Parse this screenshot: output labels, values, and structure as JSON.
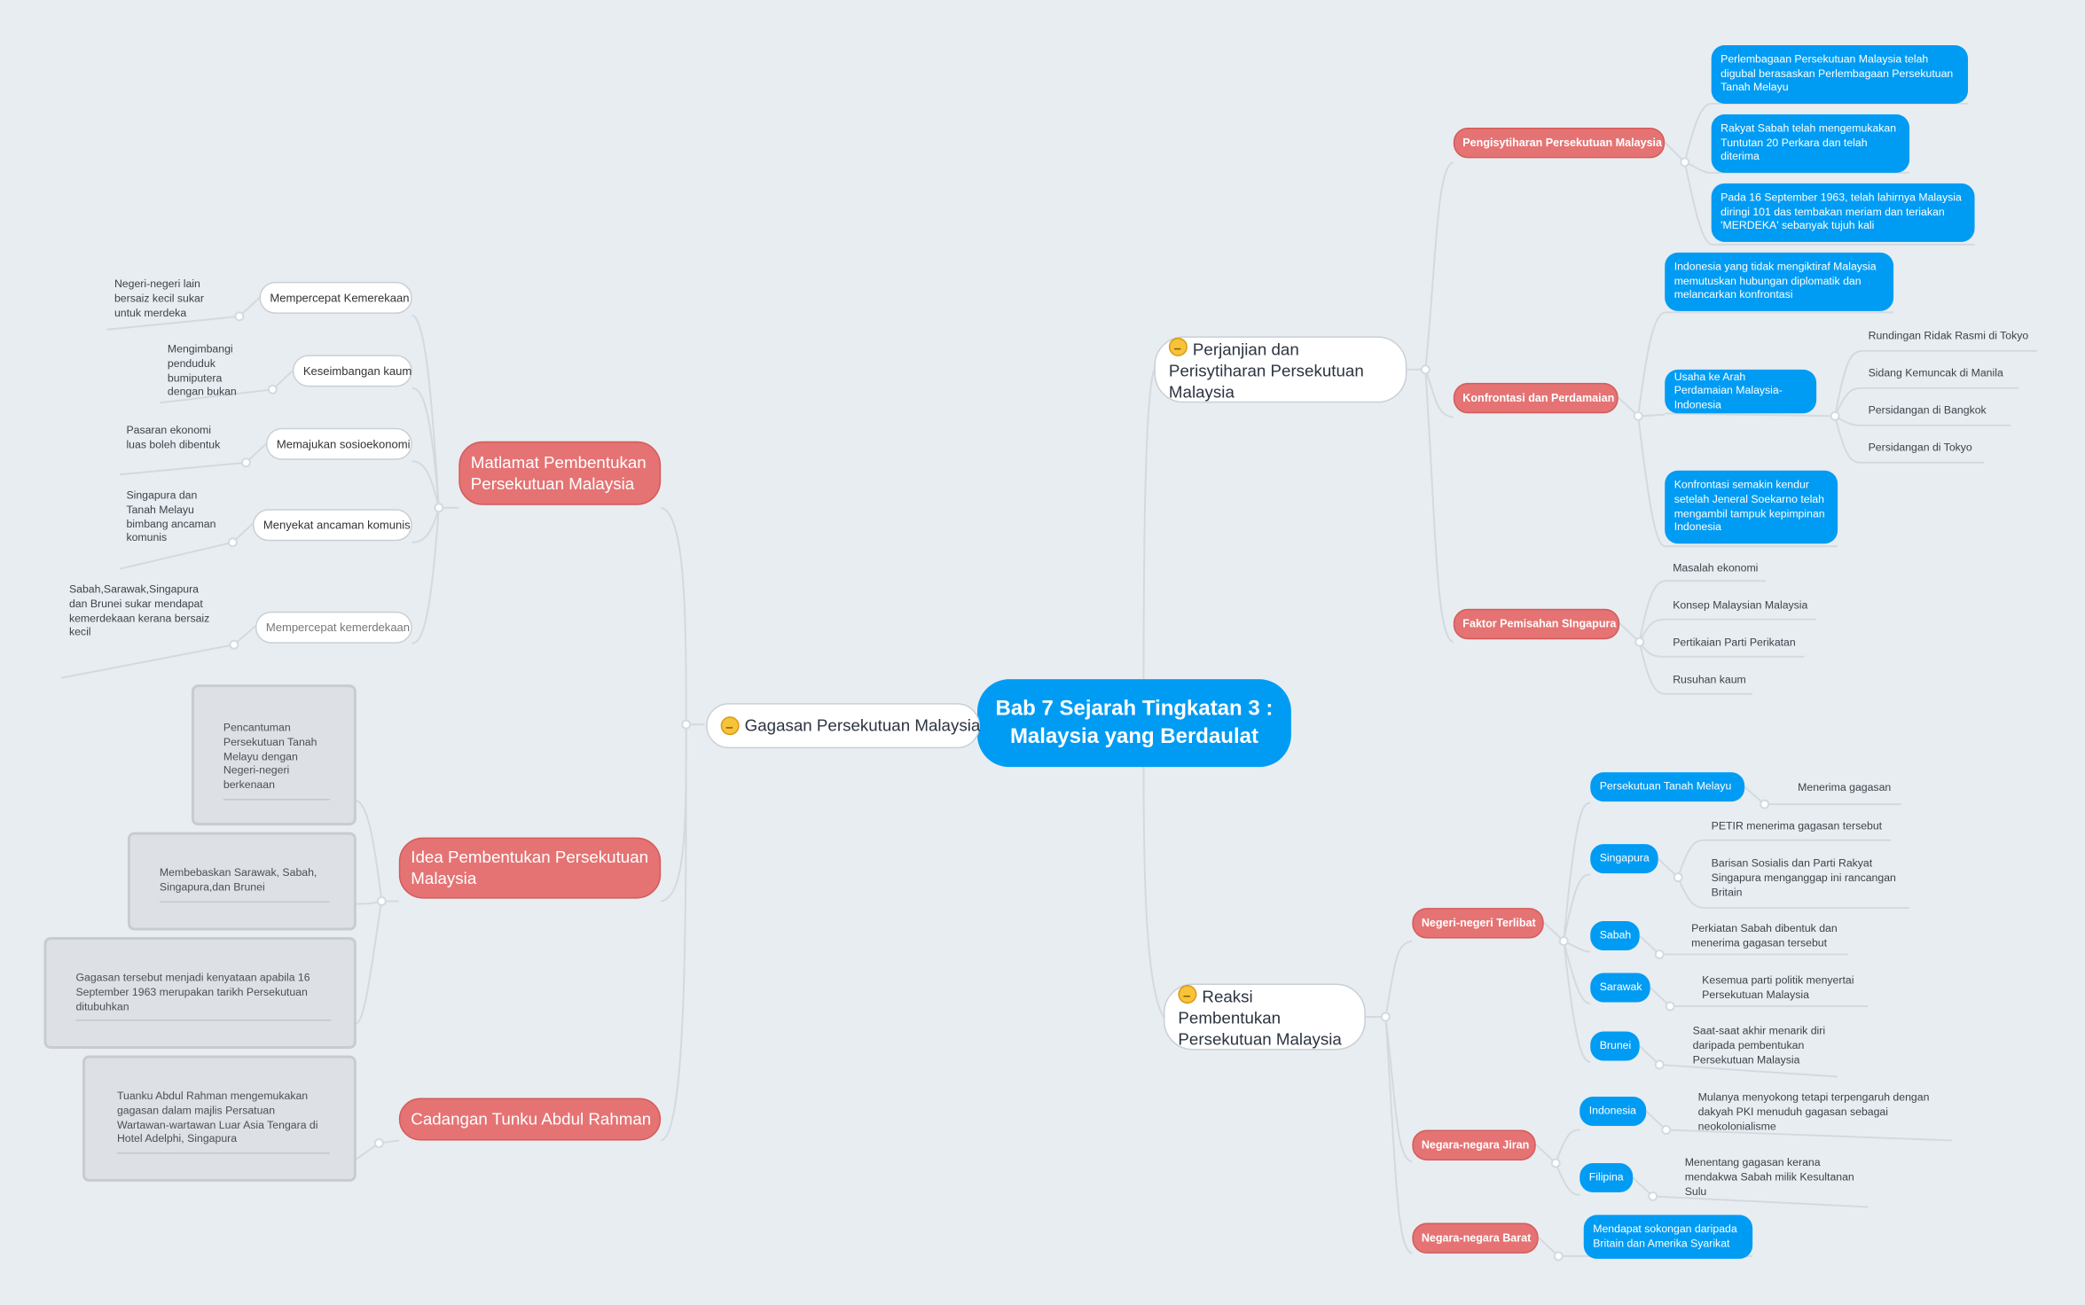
{
  "root": "Bab 7 Sejarah Tingkatan 3 : Malaysia yang Berdaulat",
  "gagasan": {
    "title": "Gagasan Persekutuan Malaysia",
    "matlamat": {
      "title": "Matlamat Pembentukan Persekutuan Malaysia",
      "items": [
        {
          "label": "Mempercepat Kemerekaan",
          "note": "Negeri-negeri lain bersaiz kecil sukar untuk merdeka"
        },
        {
          "label": "Keseimbangan kaum",
          "note": "Mengimbangi penduduk bumiputera dengan bukan"
        },
        {
          "label": "Memajukan sosioekonomi",
          "note": "Pasaran ekonomi luas boleh dibentuk"
        },
        {
          "label": "Menyekat ancaman komunis",
          "note": "Singapura dan Tanah Melayu bimbang ancaman komunis"
        },
        {
          "label": "Mempercepat kemerdekaan",
          "note": "Sabah,Sarawak,Singapura dan Brunei sukar mendapat kemerdekaan kerana bersaiz kecil"
        }
      ]
    },
    "idea": {
      "title": "Idea Pembentukan Persekutuan Malaysia",
      "items": [
        "Pencantuman Persekutuan Tanah Melayu dengan Negeri-negeri berkenaan",
        "Membebaskan Sarawak, Sabah, Singapura,dan Brunei",
        "Gagasan tersebut menjadi kenyataan apabila 16 September 1963 merupakan tarikh Persekutuan ditubuhkan"
      ]
    },
    "cadangan": {
      "title": "Cadangan Tunku Abdul Rahman",
      "items": [
        "Tuanku Abdul Rahman mengemukakan gagasan dalam majlis Persatuan Wartawan-wartawan Luar  Asia Tengara di Hotel Adelphi, Singapura"
      ]
    }
  },
  "perjanjian": {
    "title": "Perjanjian dan Perisytiharan Persekutuan Malaysia",
    "pengisytiharan": {
      "title": "Pengisytiharan Persekutuan Malaysia",
      "items": [
        "Perlembagaan Persekutuan Malaysia telah digubal berasaskan Perlembagaan Persekutuan Tanah Melayu",
        "Rakyat Sabah telah mengemukakan Tuntutan 20 Perkara dan telah diterima",
        "Pada 16 September 1963, telah lahirnya Malaysia diringi 101 das tembakan meriam dan teriakan 'MERDEKA' sebanyak tujuh kali"
      ]
    },
    "konfrontasi": {
      "title": "Konfrontasi dan Perdamaian",
      "items": [
        "Indonesia yang tidak mengiktiraf Malaysia memutuskan hubungan diplomatik dan melancarkan konfrontasi",
        "Usaha ke Arah Perdamaian Malaysia-Indonesia",
        "Konfrontasi semakin kendur setelah Jeneral Soekarno telah mengambil tampuk kepimpinan Indonesia"
      ],
      "usaha": [
        "Rundingan Ridak Rasmi di Tokyo",
        "Sidang Kemuncak di Manila",
        "Persidangan di Bangkok",
        "Persidangan di Tokyo"
      ]
    },
    "faktor": {
      "title": "Faktor Pemisahan SIngapura",
      "items": [
        "Masalah ekonomi",
        "Konsep Malaysian Malaysia",
        "Pertikaian Parti Perikatan",
        "Rusuhan kaum"
      ]
    }
  },
  "reaksi": {
    "title": "Reaksi Pembentukan Persekutuan Malaysia",
    "negeri": {
      "title": "Negeri-negeri Terlibat",
      "items": [
        {
          "label": "Persekutuan Tanah Melayu",
          "notes": [
            "Menerima gagasan"
          ]
        },
        {
          "label": "Singapura",
          "notes": [
            "PETIR menerima gagasan tersebut",
            "Barisan Sosialis dan Parti Rakyat Singapura menganggap ini rancangan Britain"
          ]
        },
        {
          "label": "Sabah",
          "notes": [
            "Perkiatan Sabah dibentuk dan menerima gagasan tersebut"
          ]
        },
        {
          "label": "Sarawak",
          "notes": [
            "Kesemua parti politik menyertai Persekutuan Malaysia"
          ]
        },
        {
          "label": "Brunei",
          "notes": [
            "Saat-saat akhir menarik diri daripada pembentukan Persekutuan Malaysia"
          ]
        }
      ]
    },
    "jiran": {
      "title": "Negara-negara Jiran",
      "items": [
        {
          "label": "Indonesia",
          "note": "Mulanya menyokong tetapi terpengaruh dengan dakyah PKI menuduh gagasan sebagai neokolonialisme"
        },
        {
          "label": "Filipina",
          "note": "Menentang gagasan kerana mendakwa Sabah milik Kesultanan Sulu"
        }
      ]
    },
    "barat": {
      "title": "Negara-negara Barat",
      "items": [
        "Mendapat sokongan daripada Britain dan Amerika Syarikat"
      ]
    }
  },
  "colors": {
    "root": "#009cf4",
    "main_topic": "#e57373",
    "leaf_blue": "#009cf4",
    "line": "#d0d6dc",
    "background": "#e8edf1"
  }
}
